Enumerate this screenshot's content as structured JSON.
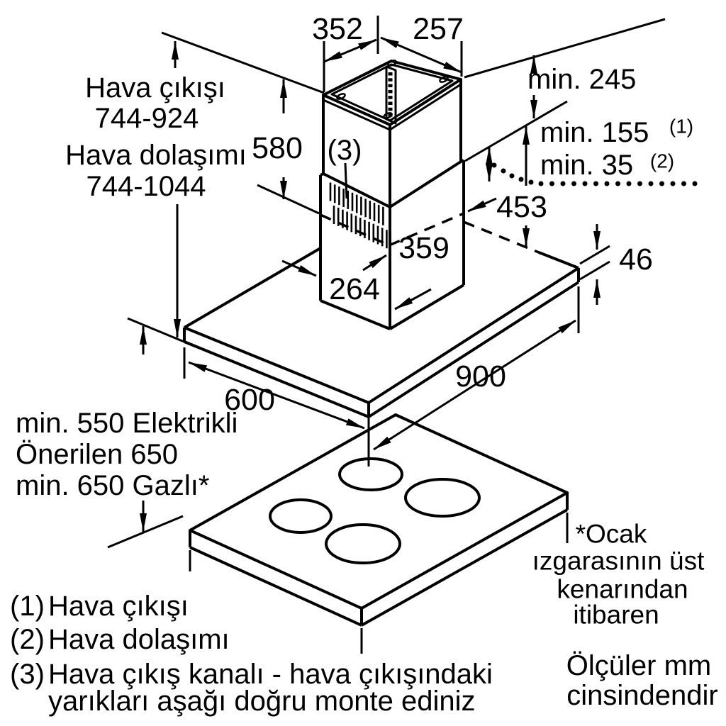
{
  "colors": {
    "ink": "#000000",
    "paper": "#ffffff"
  },
  "top_dimensions": {
    "width": "352",
    "depth": "257"
  },
  "left_labels": {
    "air_out": "Hava çıkışı",
    "air_out_range": "744-924",
    "air_circ": "Hava dolaşımı",
    "air_circ_range": "744-1044"
  },
  "dimensions": {
    "chimney_height": "580",
    "upper_min": "min. 245",
    "air_out_min": "min. 155",
    "air_out_ref": "(1)",
    "air_circ_min": "min. 35",
    "air_circ_ref": "(2)",
    "lower_section": "453",
    "duct_depth": "359",
    "duct_width": "264",
    "canopy_thickness": "46",
    "canopy_width": "600",
    "canopy_length": "900"
  },
  "duct_marker": "(3)",
  "clearance": {
    "electric": "min. 550 Elektrikli",
    "recommended": "Önerilen 650",
    "gas": "min. 650 Gazlı*"
  },
  "footnote": [
    "*Ocak",
    "ızgarasının üst",
    "kenarından",
    "itibaren"
  ],
  "legend": [
    {
      "num": "(1)",
      "text": "Hava çıkışı"
    },
    {
      "num": "(2)",
      "text": "Hava dolaşımı"
    },
    {
      "num": "(3)",
      "text": "Hava çıkış kanalı - hava çıkışındaki",
      "text2": "yarıkları aşağı doğru monte ediniz"
    }
  ],
  "units": [
    "Ölçüler mm",
    "cinsindendir"
  ]
}
